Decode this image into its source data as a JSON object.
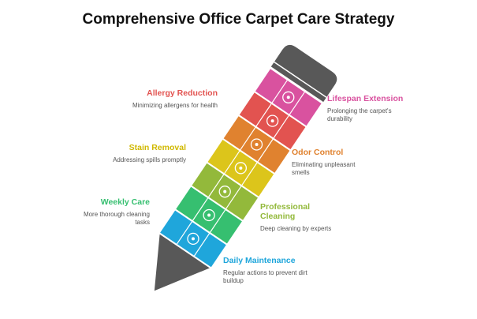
{
  "title": "Comprehensive Office Carpet Care Strategy",
  "stages": [
    {
      "title": "Daily Maintenance",
      "desc": "Regular actions to prevent dirt buildup",
      "color": "#1fa6db",
      "icon": "gear-sparkle-icon"
    },
    {
      "title": "Weekly Care",
      "desc": "More thorough cleaning tasks",
      "color": "#36bf70",
      "icon": "vacuum-icon"
    },
    {
      "title": "Professional Cleaning",
      "desc": "Deep cleaning by experts",
      "color": "#93b93b",
      "icon": "sparkle-square-icon"
    },
    {
      "title": "Stain Removal",
      "desc": "Addressing spills promptly",
      "color": "#dcc51b",
      "icon": "scrub-brush-icon"
    },
    {
      "title": "Odor Control",
      "desc": "Eliminating unpleasant smells",
      "color": "#e0822f",
      "icon": "odor-person-icon"
    },
    {
      "title": "Allergy Reduction",
      "desc": "Minimizing allergens for health",
      "color": "#e25350",
      "icon": "sneeze-head-icon"
    },
    {
      "title": "Lifespan Extension",
      "desc": "Prolonging the carpet's durability",
      "color": "#d9529f",
      "icon": "person-carpet-icon"
    }
  ],
  "pencil_color": "#585858"
}
